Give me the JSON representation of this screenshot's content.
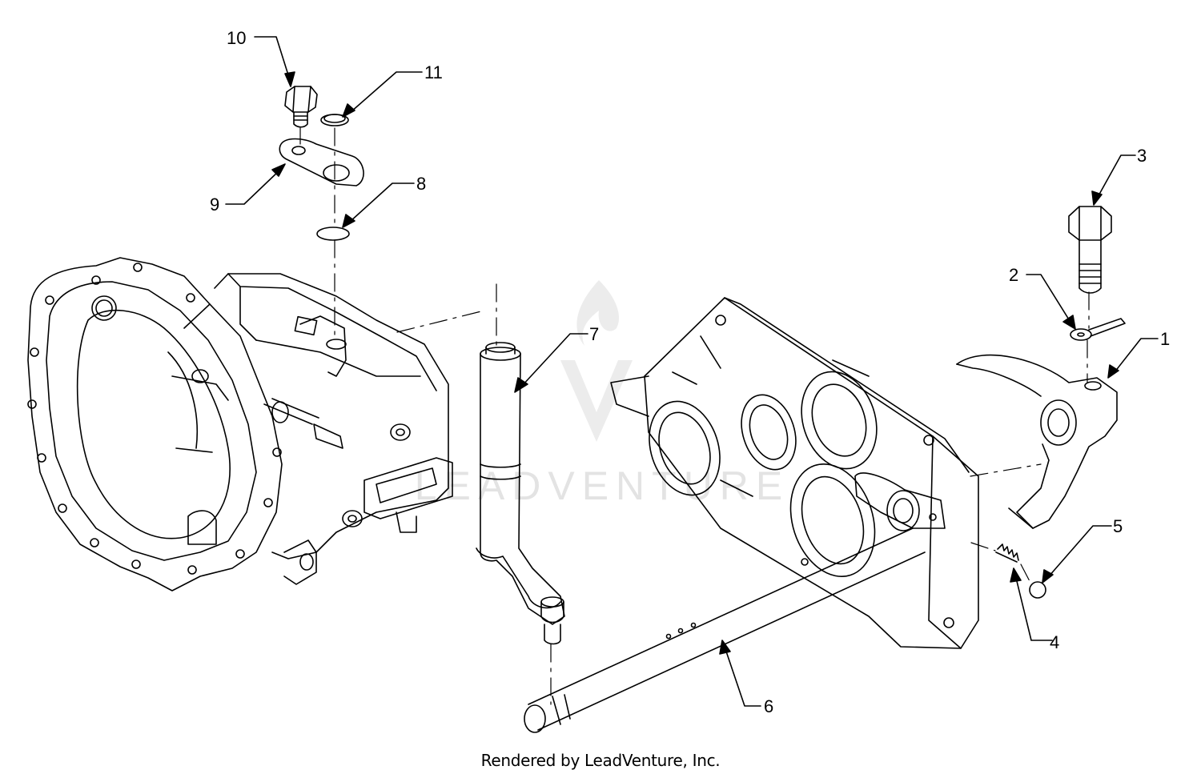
{
  "diagram": {
    "watermark_text": "LEADVENTURE",
    "footer_text": "Rendered by LeadVenture, Inc.",
    "callouts": [
      {
        "id": "1",
        "label": "1"
      },
      {
        "id": "2",
        "label": "2"
      },
      {
        "id": "3",
        "label": "3"
      },
      {
        "id": "4",
        "label": "4"
      },
      {
        "id": "5",
        "label": "5"
      },
      {
        "id": "6",
        "label": "6"
      },
      {
        "id": "7",
        "label": "7"
      },
      {
        "id": "8",
        "label": "8"
      },
      {
        "id": "9",
        "label": "9"
      },
      {
        "id": "10",
        "label": "10"
      },
      {
        "id": "11",
        "label": "11"
      }
    ]
  },
  "colors": {
    "line": "#000000",
    "watermark": "#e3e3e3",
    "background": "#ffffff"
  }
}
